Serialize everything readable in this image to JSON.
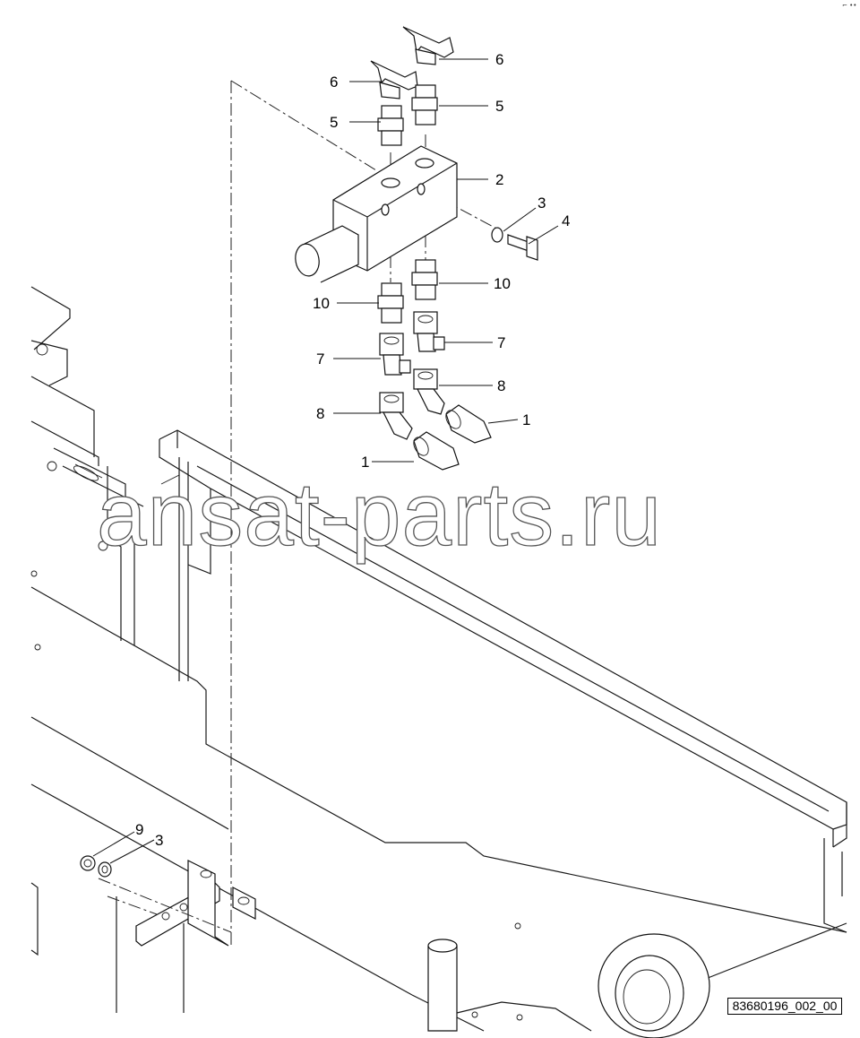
{
  "diagram": {
    "reference_code": "83680196_002_00",
    "watermark": "ansat-parts.ru",
    "corner_mark": "⌐ ••",
    "callouts": [
      {
        "id": "c6a",
        "label": "6"
      },
      {
        "id": "c6b",
        "label": "6"
      },
      {
        "id": "c5a",
        "label": "5"
      },
      {
        "id": "c5b",
        "label": "5"
      },
      {
        "id": "c2",
        "label": "2"
      },
      {
        "id": "c3a",
        "label": "3"
      },
      {
        "id": "c4",
        "label": "4"
      },
      {
        "id": "c10a",
        "label": "10"
      },
      {
        "id": "c10b",
        "label": "10"
      },
      {
        "id": "c7a",
        "label": "7"
      },
      {
        "id": "c7b",
        "label": "7"
      },
      {
        "id": "c8a",
        "label": "8"
      },
      {
        "id": "c8b",
        "label": "8"
      },
      {
        "id": "c1a",
        "label": "1"
      },
      {
        "id": "c1b",
        "label": "1"
      },
      {
        "id": "c9",
        "label": "9"
      },
      {
        "id": "c3b",
        "label": "3"
      }
    ]
  }
}
